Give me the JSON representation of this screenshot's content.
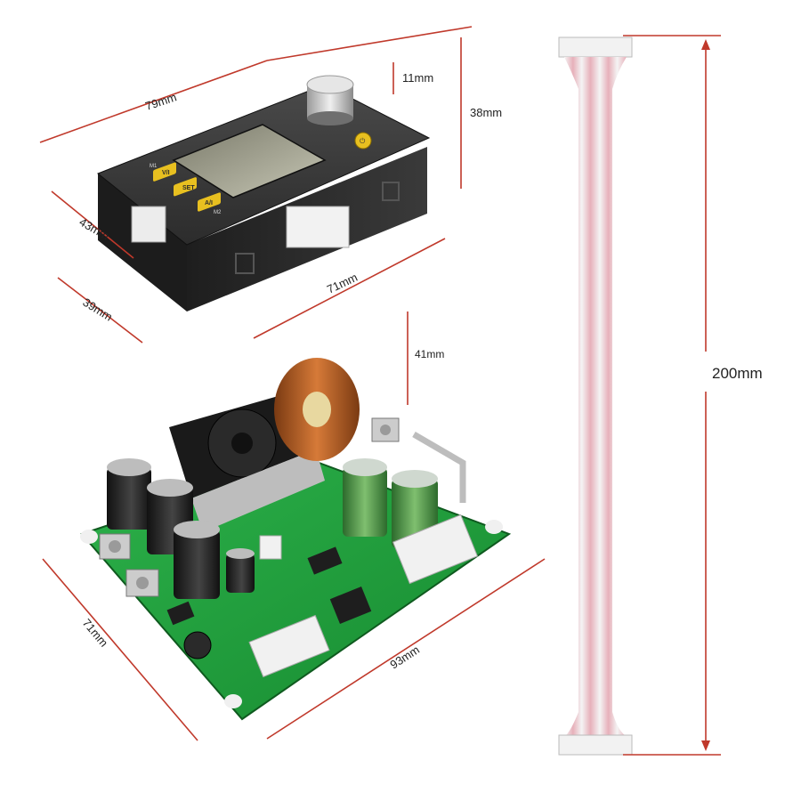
{
  "dimensions": {
    "display_width": "79mm",
    "knob_height": "11mm",
    "display_height": "38mm",
    "display_depth": "43mm",
    "display_bottom_depth": "39mm",
    "display_body_width": "71mm",
    "board_height": "41mm",
    "board_depth": "71mm",
    "board_width": "93mm",
    "cable_length": "200mm"
  },
  "display_module": {
    "buttons": [
      "V/I",
      "SET",
      "A/I"
    ],
    "labels": [
      "M1",
      "M2"
    ]
  },
  "colors": {
    "dimension_line": "#c0392b",
    "pcb": "#1f9b3a",
    "display_case": "#2a2a2a",
    "button": "#e8c020",
    "cable_red": "#d98090"
  }
}
